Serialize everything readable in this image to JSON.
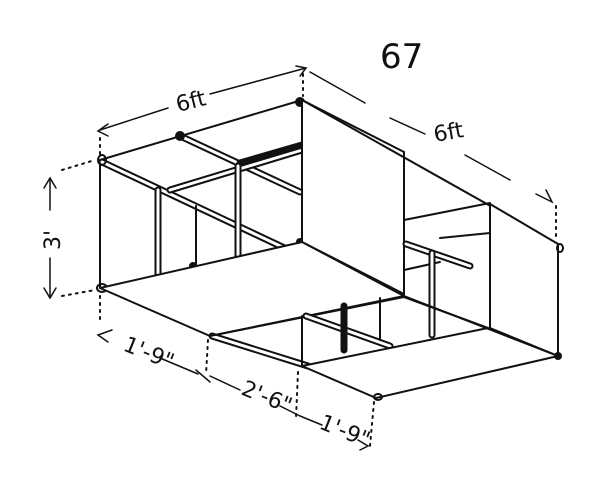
{
  "figure": {
    "number": "67",
    "subject": "box kite frame sketch",
    "ink_color": "#111111",
    "background": "#ffffff"
  },
  "dimensions": {
    "top_width": "6ft",
    "top_depth": "6ft",
    "height": "3'",
    "bottom_segment_1": "1'-9\"",
    "bottom_segment_2": "2'-6\"",
    "bottom_segment_3": "1'-9\""
  }
}
